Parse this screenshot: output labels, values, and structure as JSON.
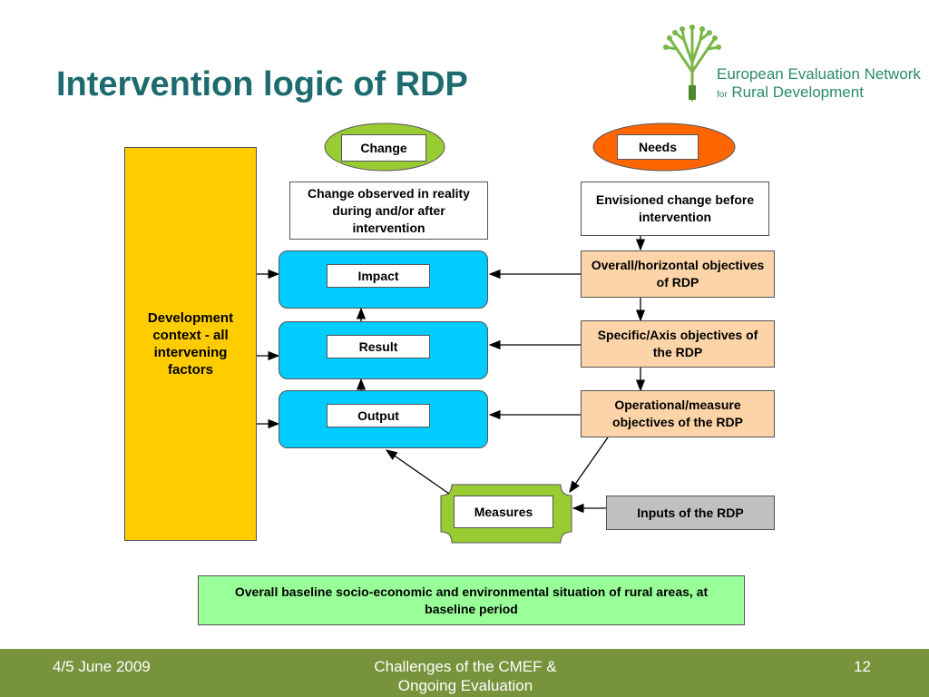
{
  "slide": {
    "title": "Intervention logic of RDP",
    "logo": {
      "line1": "European Evaluation Network",
      "line2_prefix": "for",
      "line2": "Rural Development",
      "icon": "tree-icon"
    }
  },
  "diagram": {
    "change_label": "Change",
    "needs_label": "Needs",
    "change_observed": "Change observed in reality  during  and/or after  intervention",
    "envisioned_change": "Envisioned change before intervention",
    "development_context": "Development context  - all intervening factors",
    "impact": "Impact",
    "result": "Result",
    "output": "Output",
    "overall_objectives": "Overall/horizontal objectives of RDP",
    "specific_objectives": "Specific/Axis objectives of the RDP",
    "operational_objectives": "Operational/measure objectives of the RDP",
    "measures": "Measures",
    "inputs": "Inputs of the RDP",
    "baseline": "Overall baseline socio-economic and environmental situation of rural areas, at baseline period",
    "colors": {
      "title": "#1d6b6f",
      "development_context": "#ffcc00",
      "objectives": "#fcd4a8",
      "chain": "#00ccff",
      "change_ellipse": "#99cc33",
      "needs_ellipse": "#ff6600",
      "measures": "#99cc33",
      "inputs": "#c0c0c0",
      "baseline": "#99ff99"
    }
  },
  "footer": {
    "date": "4/5 June 2009",
    "center": "Challenges of the CMEF & Ongoing Evaluation",
    "page": "12",
    "color": "#77933c"
  }
}
